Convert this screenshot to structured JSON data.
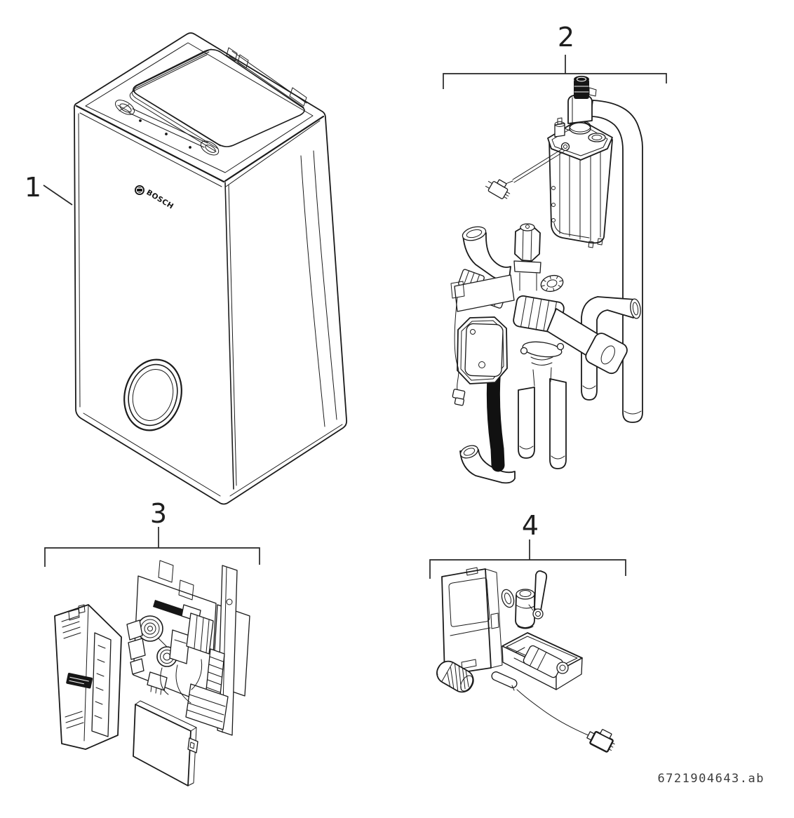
{
  "figure": {
    "callouts": [
      {
        "label": "1"
      },
      {
        "label": "2"
      },
      {
        "label": "3"
      },
      {
        "label": "4"
      }
    ],
    "brand": {
      "logo_text": "BOSCH"
    },
    "footer": {
      "doc_number": "6721904643.ab"
    }
  },
  "colors": {
    "background": "#ffffff",
    "line": "#1b1b1b",
    "label_text": "#1e1e1e",
    "footer_text": "#3c3c3c"
  }
}
